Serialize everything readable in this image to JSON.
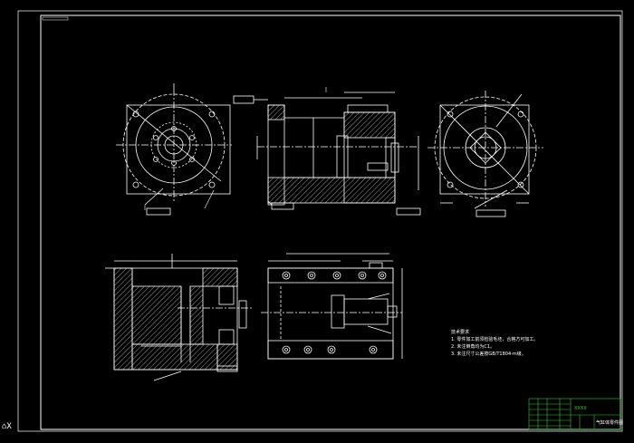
{
  "drawing": {
    "background": "#000000",
    "line_color": "#ffffff",
    "hatch_color": "#ffffff",
    "title_block_color": "#33cc33"
  },
  "notes": {
    "heading": "技术要求",
    "items": [
      "1. 零件加工前须检验毛坯，合格方可加工。",
      "2. 未注倒角均为C1。",
      "3. 未注尺寸公差按GB/T1804-m级。"
    ]
  },
  "title_block": {
    "company": "XXXX",
    "part_name": "气缸体零件图"
  },
  "ucs_icon": "ucs-axis-icon"
}
